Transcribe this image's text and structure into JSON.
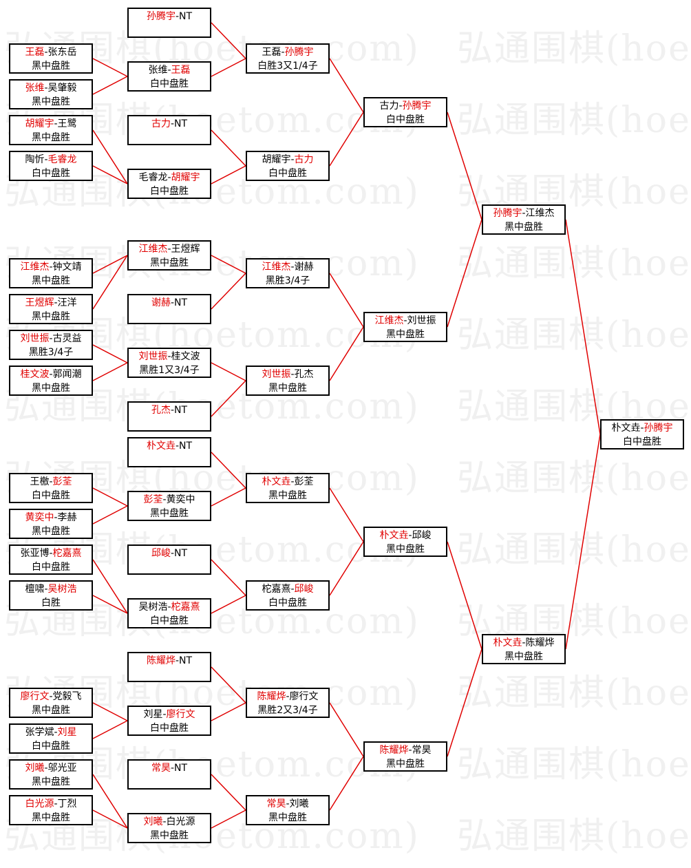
{
  "watermark": "弘通围棋(hoetom.com)",
  "colors": {
    "winner": "#e00000",
    "line": "#e00000",
    "border": "#000000",
    "text": "#000000"
  },
  "round1": [
    {
      "a": "王磊",
      "b": "张东岳",
      "result": "黑中盘胜",
      "winner": "a"
    },
    {
      "a": "张维",
      "b": "吴肇毅",
      "result": "黑中盘胜",
      "winner": "a"
    },
    {
      "a": "胡耀宇",
      "b": "王鹭",
      "result": "黑中盘胜",
      "winner": "a"
    },
    {
      "a": "陶忻",
      "b": "毛睿龙",
      "result": "白中盘胜",
      "winner": "b"
    },
    {
      "a": "江维杰",
      "b": "钟文靖",
      "result": "黑中盘胜",
      "winner": "a"
    },
    {
      "a": "王煜辉",
      "b": "汪洋",
      "result": "黑中盘胜",
      "winner": "a"
    },
    {
      "a": "刘世振",
      "b": "古灵益",
      "result": "黑胜3/4子",
      "winner": "a"
    },
    {
      "a": "桂文波",
      "b": "郭闻潮",
      "result": "黑中盘胜",
      "winner": "a"
    },
    {
      "a": "王檄",
      "b": "彭荃",
      "result": "白中盘胜",
      "winner": "b"
    },
    {
      "a": "黄奕中",
      "b": "李赫",
      "result": "黑中盘胜",
      "winner": "a"
    },
    {
      "a": "张亚博",
      "b": "柁嘉熹",
      "result": "白中盘胜",
      "winner": "b"
    },
    {
      "a": "檀啸",
      "b": "吴树浩",
      "result": "白胜",
      "winner": "b"
    },
    {
      "a": "廖行文",
      "b": "党毅飞",
      "result": "黑中盘胜",
      "winner": "a"
    },
    {
      "a": "张学斌",
      "b": "刘星",
      "result": "白中盘胜",
      "winner": "b"
    },
    {
      "a": "刘曦",
      "b": "邬光亚",
      "result": "黑中盘胜",
      "winner": "a"
    },
    {
      "a": "白光源",
      "b": "丁烈",
      "result": "黑中盘胜",
      "winner": "a"
    }
  ],
  "round2": [
    {
      "a": "孙腾宇",
      "b": "NT",
      "result": "",
      "winner": "a"
    },
    {
      "a": "张维",
      "b": "王磊",
      "result": "白中盘胜",
      "winner": "b"
    },
    {
      "a": "古力",
      "b": "NT",
      "result": "",
      "winner": "a"
    },
    {
      "a": "毛睿龙",
      "b": "胡耀宇",
      "result": "白中盘胜",
      "winner": "b"
    },
    {
      "a": "江维杰",
      "b": "王煜辉",
      "result": "黑中盘胜",
      "winner": "a"
    },
    {
      "a": "谢赫",
      "b": "NT",
      "result": "",
      "winner": "a"
    },
    {
      "a": "刘世振",
      "b": "桂文波",
      "result": "黑胜1又3/4子",
      "winner": "a"
    },
    {
      "a": "孔杰",
      "b": "NT",
      "result": "",
      "winner": "a"
    },
    {
      "a": "朴文垚",
      "b": "NT",
      "result": "",
      "winner": "a"
    },
    {
      "a": "彭荃",
      "b": "黄奕中",
      "result": "黑中盘胜",
      "winner": "a"
    },
    {
      "a": "邱峻",
      "b": "NT",
      "result": "",
      "winner": "a"
    },
    {
      "a": "吴树浩",
      "b": "柁嘉熹",
      "result": "白中盘胜",
      "winner": "b"
    },
    {
      "a": "陈耀烨",
      "b": "NT",
      "result": "",
      "winner": "a"
    },
    {
      "a": "刘星",
      "b": "廖行文",
      "result": "白中盘胜",
      "winner": "b"
    },
    {
      "a": "常昊",
      "b": "NT",
      "result": "",
      "winner": "a"
    },
    {
      "a": "刘曦",
      "b": "白光源",
      "result": "黑中盘胜",
      "winner": "a"
    }
  ],
  "round3": [
    {
      "a": "王磊",
      "b": "孙腾宇",
      "result": "白胜3又1/4子",
      "winner": "b"
    },
    {
      "a": "胡耀宇",
      "b": "古力",
      "result": "白中盘胜",
      "winner": "b"
    },
    {
      "a": "江维杰",
      "b": "谢赫",
      "result": "黑胜3/4子",
      "winner": "a"
    },
    {
      "a": "刘世振",
      "b": "孔杰",
      "result": "黑中盘胜",
      "winner": "a"
    },
    {
      "a": "朴文垚",
      "b": "彭荃",
      "result": "黑中盘胜",
      "winner": "a"
    },
    {
      "a": "柁嘉熹",
      "b": "邱峻",
      "result": "白中盘胜",
      "winner": "b"
    },
    {
      "a": "陈耀烨",
      "b": "廖行文",
      "result": "黑胜2又3/4子",
      "winner": "a"
    },
    {
      "a": "常昊",
      "b": "刘曦",
      "result": "黑中盘胜",
      "winner": "a"
    }
  ],
  "round4": [
    {
      "a": "古力",
      "b": "孙腾宇",
      "result": "白中盘胜",
      "winner": "b"
    },
    {
      "a": "江维杰",
      "b": "刘世振",
      "result": "黑中盘胜",
      "winner": "a"
    },
    {
      "a": "朴文垚",
      "b": "邱峻",
      "result": "黑中盘胜",
      "winner": "a"
    },
    {
      "a": "陈耀烨",
      "b": "常昊",
      "result": "黑中盘胜",
      "winner": "a"
    }
  ],
  "round5": [
    {
      "a": "孙腾宇",
      "b": "江维杰",
      "result": "黑中盘胜",
      "winner": "a"
    },
    {
      "a": "朴文垚",
      "b": "陈耀烨",
      "result": "黑中盘胜",
      "winner": "a"
    }
  ],
  "final": [
    {
      "a": "朴文垚",
      "b": "孙腾宇",
      "result": "白中盘胜",
      "winner": "b"
    }
  ]
}
